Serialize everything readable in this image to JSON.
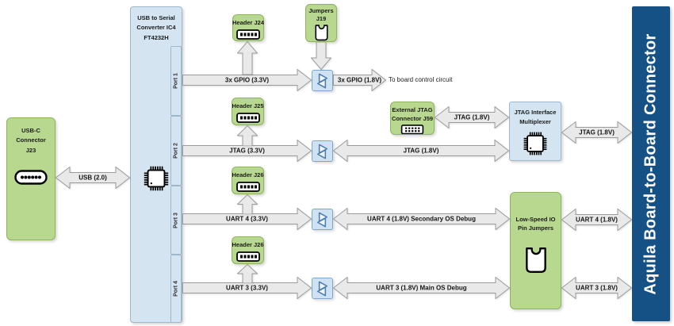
{
  "diagram": {
    "title_note": "To board control circuit",
    "colors": {
      "green_fill": "#b9d88f",
      "green_border": "#8cb45e",
      "blue_fill": "#d4e4f0",
      "blue_border": "#9db7cb",
      "shifter_fill": "#cfe2f2",
      "shifter_triangle": "#4a7cb0",
      "dark_blue": "#155184",
      "arrow_fill": "#e9e9e9",
      "arrow_stroke": "#9b9b9b"
    },
    "blocks": {
      "usb_c": {
        "lines": [
          "USB-C",
          "Connector",
          "J23"
        ]
      },
      "usb_serial": {
        "lines": [
          "USB to Serial",
          "Converter IC4",
          "FT4232H"
        ],
        "ports": [
          "Port 1",
          "Port 2",
          "Port 3",
          "Port 4"
        ]
      },
      "header_j24": {
        "label": "Header J24"
      },
      "jumpers_j19": {
        "lines": [
          "Jumpers",
          "J19"
        ]
      },
      "header_j25": {
        "label": "Header J25"
      },
      "header_j26_uart4": {
        "label": "Header J26"
      },
      "header_j26_uart3": {
        "label": "Header J26"
      },
      "ext_jtag": {
        "lines": [
          "External JTAG",
          "Connector J59"
        ]
      },
      "jtag_mux": {
        "lines": [
          "JTAG Interface",
          "Multiplexer"
        ]
      },
      "low_speed": {
        "lines": [
          "Low-Speed IO",
          "Pin Jumpers"
        ]
      },
      "bb_connector": {
        "label": "Aquila Board-to-Board Connector"
      }
    },
    "arrows": {
      "usb": "USB (2.0)",
      "gpio33": "3x GPIO (3.3V)",
      "gpio18": "3x GPIO (1.8V)",
      "jtag33": "JTAG (3.3V)",
      "jtag18_mid": "JTAG (1.8V)",
      "jtag18_j59": "JTAG (1.8V)",
      "jtag18_bb": "JTAG (1.8V)",
      "uart4_33": "UART 4 (3.3V)",
      "uart4_18_mid": "UART 4 (1.8V) Secondary OS Debug",
      "uart4_18_bb": "UART 4 (1.8V)",
      "uart3_33": "UART 3 (3.3V)",
      "uart3_18_mid": "UART 3 (1.8V) Main OS Debug",
      "uart3_18_bb": "UART 3 (1.8V)"
    }
  }
}
